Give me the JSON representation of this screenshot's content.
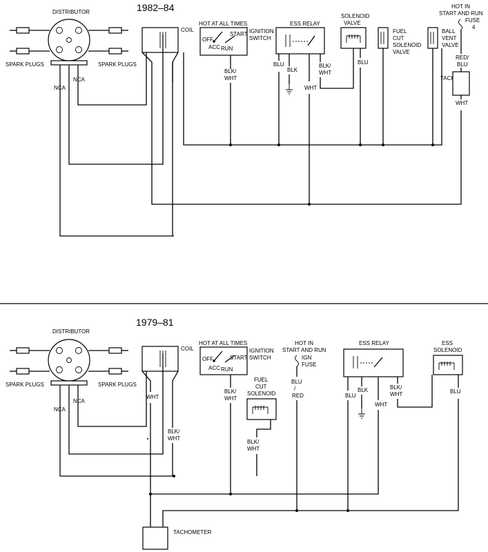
{
  "top": {
    "year": "1982–84",
    "distributor": "DISTRIBUTOR",
    "spark_left": "SPARK PLUGS",
    "spark_right": "SPARK PLUGS",
    "nca_left": "NCA",
    "nca_right": "NCA",
    "coil": "COIL",
    "hot_all_times": "HOT AT ALL TIMES",
    "ign_switch_1": "IGNITION",
    "ign_switch_2": "SWITCH",
    "off": "OFF",
    "start": "START",
    "acc": "ACC",
    "run": "RUN",
    "blk_wht_1": "BLK/",
    "blk_wht_2": "WHT",
    "ess_relay": "ESS RELAY",
    "blu": "BLU",
    "blk": "BLK",
    "wht": "WHT",
    "relay_blk_wht_1": "BLK/",
    "relay_blk_wht_2": "WHT",
    "solenoid_1": "SOLENOID",
    "solenoid_2": "VALVE",
    "sol_blu": "BLU",
    "fuel_cut_1": "FUEL",
    "fuel_cut_2": "CUT",
    "fuel_cut_3": "SOLENOID",
    "fuel_cut_4": "VALVE",
    "ball_vent_1": "BALL",
    "ball_vent_2": "VENT",
    "ball_vent_3": "VALVE",
    "hot_in_1": "HOT IN",
    "hot_in_2": "START AND RUN",
    "fuse": "FUSE",
    "fuse_num": "4",
    "red_blu_1": "RED/",
    "red_blu_2": "BLU",
    "tach": "TACH",
    "tach_wht": "WHT"
  },
  "bottom": {
    "year": "1979–81",
    "distributor": "DISTRIBUTOR",
    "spark_left": "SPARK PLUGS",
    "spark_right": "SPARK PLUGS",
    "nca_left": "NCA",
    "nca_right": "NCA",
    "coil": "COIL",
    "coil_wht": "WHT",
    "coil_blk_wht_1": "BLK/",
    "coil_blk_wht_2": "WHT",
    "hot_all_times": "HOT AT ALL TIMES",
    "ign_switch_1": "IGNITION",
    "ign_switch_2": "SWITCH",
    "off": "OFF",
    "start": "START",
    "acc": "ACC",
    "run": "RUN",
    "blk_wht_1": "BLK/",
    "blk_wht_2": "WHT",
    "fuel_cut_1": "FUEL",
    "fuel_cut_2": "CUT",
    "fuel_cut_3": "SOLENOID",
    "fuel_blk_wht_1": "BLK/",
    "fuel_blk_wht_2": "WHT",
    "hot_in_1": "HOT IN",
    "hot_in_2": "START AND RUN",
    "ign": "IGN",
    "fuse": "FUSE",
    "blu_red_1": "BLU",
    "blu_red_2": "/",
    "blu_red_3": "RED",
    "ess_relay": "ESS RELAY",
    "blu": "BLU",
    "blk": "BLK",
    "wht": "WHT",
    "relay_blk_wht_1": "BLK/",
    "relay_blk_wht_2": "WHT",
    "ess_solenoid_1": "ESS",
    "ess_solenoid_2": "SOLENOID",
    "ess_blu": "BLU",
    "tachometer": "TACHOMETER"
  }
}
